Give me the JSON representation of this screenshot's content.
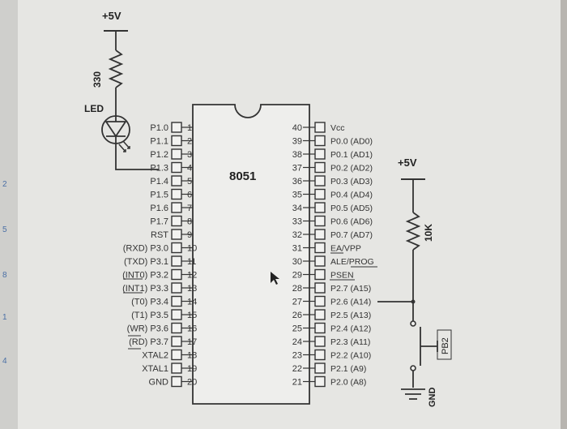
{
  "left_strip_numbers": [
    "2",
    "5",
    "8",
    "1",
    "4"
  ],
  "power_label": "+5V",
  "resistor_led_label": "330",
  "led_label": "LED",
  "chip_name": "8051",
  "left_pins": [
    {
      "name": "P1.0",
      "num": "1"
    },
    {
      "name": "P1.1",
      "num": "2"
    },
    {
      "name": "P1.2",
      "num": "3"
    },
    {
      "name": "P1.3",
      "num": "4"
    },
    {
      "name": "P1.4",
      "num": "5"
    },
    {
      "name": "P1.5",
      "num": "6"
    },
    {
      "name": "P1.6",
      "num": "7"
    },
    {
      "name": "P1.7",
      "num": "8"
    },
    {
      "name": "RST",
      "num": "9"
    },
    {
      "name": "(RXD) P3.0",
      "num": "10"
    },
    {
      "name": "(TXD) P3.1",
      "num": "11"
    },
    {
      "name": "(INT0) P3.2",
      "num": "12"
    },
    {
      "name": "(INT1) P3.3",
      "num": "13"
    },
    {
      "name": "(T0) P3.4",
      "num": "14"
    },
    {
      "name": "(T1) P3.5",
      "num": "15"
    },
    {
      "name": "(WR) P3.6",
      "num": "16"
    },
    {
      "name": "(RD) P3.7",
      "num": "17"
    },
    {
      "name": "XTAL2",
      "num": "18"
    },
    {
      "name": "XTAL1",
      "num": "19"
    },
    {
      "name": "GND",
      "num": "20"
    }
  ],
  "right_pins": [
    {
      "name": "Vcc",
      "num": "40"
    },
    {
      "name": "P0.0 (AD0)",
      "num": "39"
    },
    {
      "name": "P0.1 (AD1)",
      "num": "38"
    },
    {
      "name": "P0.2 (AD2)",
      "num": "37"
    },
    {
      "name": "P0.3 (AD3)",
      "num": "36"
    },
    {
      "name": "P0.4 (AD4)",
      "num": "35"
    },
    {
      "name": "P0.5 (AD5)",
      "num": "34"
    },
    {
      "name": "P0.6 (AD6)",
      "num": "33"
    },
    {
      "name": "P0.7 (AD7)",
      "num": "32"
    },
    {
      "name": "EA/VPP",
      "num": "31"
    },
    {
      "name": "ALE/PROG",
      "num": "30"
    },
    {
      "name": "PSEN",
      "num": "29"
    },
    {
      "name": "P2.7 (A15)",
      "num": "28"
    },
    {
      "name": "P2.6 (A14)",
      "num": "27"
    },
    {
      "name": "P2.5 (A13)",
      "num": "26"
    },
    {
      "name": "P2.4 (A12)",
      "num": "25"
    },
    {
      "name": "P2.3 (A11)",
      "num": "24"
    },
    {
      "name": "P2.2 (A10)",
      "num": "23"
    },
    {
      "name": "P2.1 (A9)",
      "num": "22"
    },
    {
      "name": "P2.0 (A8)",
      "num": "21"
    }
  ],
  "right_power_label": "+5V",
  "pullup_label": "10K",
  "button_label": "PB2",
  "ground_label": "GND"
}
